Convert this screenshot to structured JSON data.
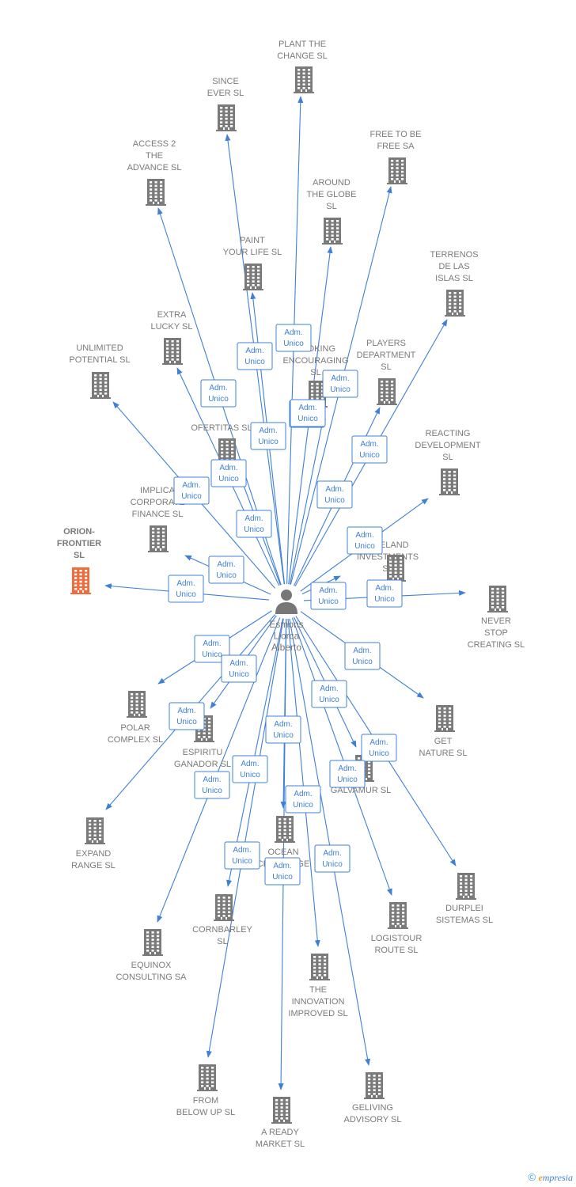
{
  "diagram": {
    "person": {
      "name_lines": [
        "Esmoris",
        "Llorca",
        "Alberto"
      ]
    },
    "relation_label_lines": [
      "Adm.",
      "Unico"
    ],
    "companies": [
      {
        "id": "plant",
        "label_lines": [
          "PLANT THE",
          "CHANGE  SL"
        ]
      },
      {
        "id": "since",
        "label_lines": [
          "SINCE",
          "EVER  SL"
        ]
      },
      {
        "id": "free",
        "label_lines": [
          "FREE TO BE",
          "FREE SA"
        ]
      },
      {
        "id": "access",
        "label_lines": [
          "ACCESS 2",
          "THE",
          "ADVANCE  SL"
        ]
      },
      {
        "id": "around",
        "label_lines": [
          "AROUND",
          "THE GLOBE",
          "SL"
        ]
      },
      {
        "id": "terrenos",
        "label_lines": [
          "TERRENOS",
          "DE LAS",
          "ISLAS  SL"
        ]
      },
      {
        "id": "paint",
        "label_lines": [
          "PAINT",
          "YOUR LIFE  SL"
        ]
      },
      {
        "id": "extra",
        "label_lines": [
          "EXTRA",
          "LUCKY  SL"
        ]
      },
      {
        "id": "unlimited",
        "label_lines": [
          "UNLIMITED",
          "POTENTIAL  SL"
        ]
      },
      {
        "id": "looking",
        "label_lines": [
          "LOOKING",
          "ENCOURAGING",
          "SL"
        ]
      },
      {
        "id": "players",
        "label_lines": [
          "PLAYERS",
          "DEPARTMENT",
          "SL"
        ]
      },
      {
        "id": "ofertitas",
        "label_lines": [
          "OFERTITAS  SL"
        ]
      },
      {
        "id": "reacting",
        "label_lines": [
          "REACTING",
          "DEVELOPMENT",
          "SL"
        ]
      },
      {
        "id": "implica",
        "label_lines": [
          "IMPLICA",
          "CORPORATE",
          "FINANCE  SL"
        ]
      },
      {
        "id": "orion",
        "label_lines": [
          "ORION-",
          "FRONTIER",
          "SL"
        ],
        "highlight": true
      },
      {
        "id": "oneland",
        "label_lines": [
          "ONELAND",
          "INVESTMENTS",
          "SL"
        ]
      },
      {
        "id": "never",
        "label_lines": [
          "NEVER",
          "STOP",
          "CREATING  SL"
        ]
      },
      {
        "id": "polar",
        "label_lines": [
          "POLAR",
          "COMPLEX  SL"
        ]
      },
      {
        "id": "espiritu",
        "label_lines": [
          "ESPIRITU",
          "GANADOR SL"
        ]
      },
      {
        "id": "get",
        "label_lines": [
          "GET",
          "NATURE  SL"
        ]
      },
      {
        "id": "galvamur",
        "label_lines": [
          "GALVAMUR  SL"
        ]
      },
      {
        "id": "expand",
        "label_lines": [
          "EXPAND",
          "RANGE  SL"
        ]
      },
      {
        "id": "ocean",
        "label_lines": [
          "OCEAN",
          "CHALLENGE"
        ]
      },
      {
        "id": "durplei",
        "label_lines": [
          "DURPLEI",
          "SISTEMAS  SL"
        ]
      },
      {
        "id": "cornbarley",
        "label_lines": [
          "CORNBARLEY",
          "SL"
        ]
      },
      {
        "id": "logistour",
        "label_lines": [
          "LOGISTOUR",
          "ROUTE  SL"
        ]
      },
      {
        "id": "equinox",
        "label_lines": [
          "EQUINOX",
          "CONSULTING SA"
        ]
      },
      {
        "id": "innovation",
        "label_lines": [
          "THE",
          "INNOVATION",
          "IMPROVED  SL"
        ]
      },
      {
        "id": "frombelow",
        "label_lines": [
          "FROM",
          "BELOW UP  SL"
        ]
      },
      {
        "id": "geliving",
        "label_lines": [
          "GELIVING",
          "ADVISORY  SL"
        ]
      },
      {
        "id": "aready",
        "label_lines": [
          "A READY",
          "MARKET  SL"
        ]
      }
    ]
  },
  "colors": {
    "edge": "#3f80d6",
    "building": "#7a7a7a",
    "building_highlight": "#f26b3a",
    "person": "#777777"
  },
  "footer": {
    "copyright": "©",
    "brand_initial": "e",
    "brand_rest": "mpresia"
  }
}
